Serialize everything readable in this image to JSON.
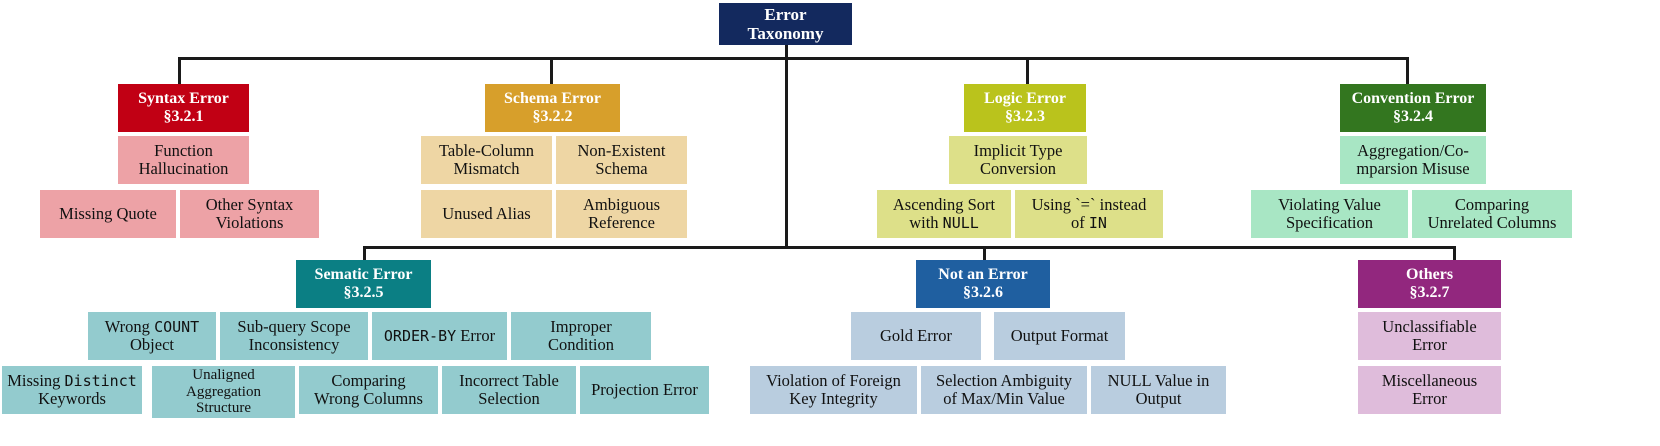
{
  "diagram": {
    "title": "Error Taxonomy",
    "root": {
      "label": "Error Taxonomy",
      "color": "#13295e"
    },
    "categories": [
      {
        "name": "Syntax Error",
        "section": "§3.2.1",
        "color": "#c10014",
        "leaf_color": "#eda2a6",
        "children": [
          "Function Hallucination",
          "Missing Quote",
          "Other Syntax Violations"
        ]
      },
      {
        "name": "Schema Error",
        "section": "§3.2.2",
        "color": "#d79f2b",
        "leaf_color": "#eed6a4",
        "children": [
          "Table-Column Mismatch",
          "Non-Existent Schema",
          "Unused Alias",
          "Ambiguous Reference"
        ]
      },
      {
        "name": "Logic Error",
        "section": "§3.2.3",
        "color": "#bac31c",
        "leaf_color": "#dde089",
        "children": [
          "Implicit Type Conversion",
          "Ascending Sort with NULL",
          "Using `=` instead of IN"
        ]
      },
      {
        "name": "Convention Error",
        "section": "§3.2.4",
        "color": "#33761f",
        "leaf_color": "#a8e6c4",
        "children": [
          "Aggregation/Co-mparsion Misuse",
          "Violating Value Specification",
          "Comparing Unrelated Columns"
        ]
      },
      {
        "name": "Sematic Error",
        "section": "§3.2.5",
        "color": "#0b7f84",
        "leaf_color": "#93cbce",
        "children": [
          "Wrong COUNT Object",
          "Sub-query Scope Inconsistency",
          "ORDER-BY Error",
          "Improper Condition",
          "Missing Distinct Keywords",
          "Unaligned Aggregation Structure",
          "Comparing Wrong Columns",
          "Incorrect Table Selection",
          "Projection Error"
        ]
      },
      {
        "name": "Not an Error",
        "section": "§3.2.6",
        "color": "#1f5fa0",
        "leaf_color": "#b9cddf",
        "children": [
          "Gold Error",
          "Output Format",
          "Violation of Foreign Key Integrity",
          "Selection Ambiguity of Max/Min Value",
          "NULL Value in Output"
        ]
      },
      {
        "name": "Others",
        "section": "§3.2.7",
        "color": "#92277e",
        "leaf_color": "#dfbcdb",
        "children": [
          "Unclassifiable Error",
          "Miscellaneous Error"
        ]
      }
    ],
    "nodes": {
      "root": {
        "line1": "Error",
        "line2": "Taxonomy"
      },
      "syntax_cat": {
        "line1": "Syntax Error",
        "line2": "§3.2.1"
      },
      "syntax_l1": {
        "line1": "Function",
        "line2": "Hallucination"
      },
      "syntax_l2": {
        "line1": "Missing Quote",
        "line2": ""
      },
      "syntax_l3": {
        "line1": "Other Syntax",
        "line2": "Violations"
      },
      "schema_cat": {
        "line1": "Schema Error",
        "line2": "§3.2.2"
      },
      "schema_l1": {
        "line1": "Table-Column",
        "line2": "Mismatch"
      },
      "schema_l2": {
        "line1": "Non-Existent",
        "line2": "Schema"
      },
      "schema_l3": {
        "line1": "Unused Alias",
        "line2": ""
      },
      "schema_l4": {
        "line1": "Ambiguous",
        "line2": "Reference"
      },
      "logic_cat": {
        "line1": "Logic Error",
        "line2": "§3.2.3"
      },
      "logic_l1": {
        "line1": "Implicit Type",
        "line2": "Conversion"
      },
      "logic_l2a": {
        "line1": "Ascending Sort",
        "line2_pre": "with ",
        "line2_mono": "NULL"
      },
      "logic_l3a": {
        "line1_pre": "Using `=` instead",
        "line2_pre": "of ",
        "line2_mono": "IN"
      },
      "conv_cat": {
        "line1": "Convention Error",
        "line2": "§3.2.4"
      },
      "conv_l1": {
        "line1": "Aggregation/Co-",
        "line2": "mparsion Misuse"
      },
      "conv_l2": {
        "line1": "Violating Value",
        "line2": "Specification"
      },
      "conv_l3": {
        "line1": "Comparing",
        "line2": "Unrelated Columns"
      },
      "sem_cat": {
        "line1": "Sematic Error",
        "line2": "§3.2.5"
      },
      "sem_l1": {
        "line1_pre": "Wrong ",
        "line1_mono": "COUNT",
        "line2": "Object"
      },
      "sem_l2": {
        "line1": "Sub-query Scope",
        "line2": "Inconsistency"
      },
      "sem_l3": {
        "line1_mono": "ORDER-BY",
        "line1_post": " Error"
      },
      "sem_l4": {
        "line1": "Improper",
        "line2": "Condition"
      },
      "sem_l5": {
        "line1_pre": "Missing ",
        "line1_mono": "Distinct",
        "line2": "Keywords"
      },
      "sem_l6": {
        "line1": "Unaligned",
        "line2": "Aggregation",
        "line3": "Structure"
      },
      "sem_l7": {
        "line1": "Comparing",
        "line2": "Wrong Columns"
      },
      "sem_l8": {
        "line1": "Incorrect Table",
        "line2": "Selection"
      },
      "sem_l9": {
        "line1": "Projection Error",
        "line2": ""
      },
      "nae_cat": {
        "line1": "Not an Error",
        "line2": "§3.2.6"
      },
      "nae_l1": {
        "line1": "Gold Error",
        "line2": ""
      },
      "nae_l2": {
        "line1": "Output Format",
        "line2": ""
      },
      "nae_l3": {
        "line1": "Violation of Foreign",
        "line2": "Key Integrity"
      },
      "nae_l4": {
        "line1": "Selection Ambiguity",
        "line2": "of Max/Min Value"
      },
      "nae_l5": {
        "line1": "NULL Value in",
        "line2": "Output"
      },
      "oth_cat": {
        "line1": "Others",
        "line2": "§3.2.7"
      },
      "oth_l1": {
        "line1": "Unclassifiable",
        "line2": "Error"
      },
      "oth_l2": {
        "line1": "Miscellaneous",
        "line2": "Error"
      }
    }
  }
}
